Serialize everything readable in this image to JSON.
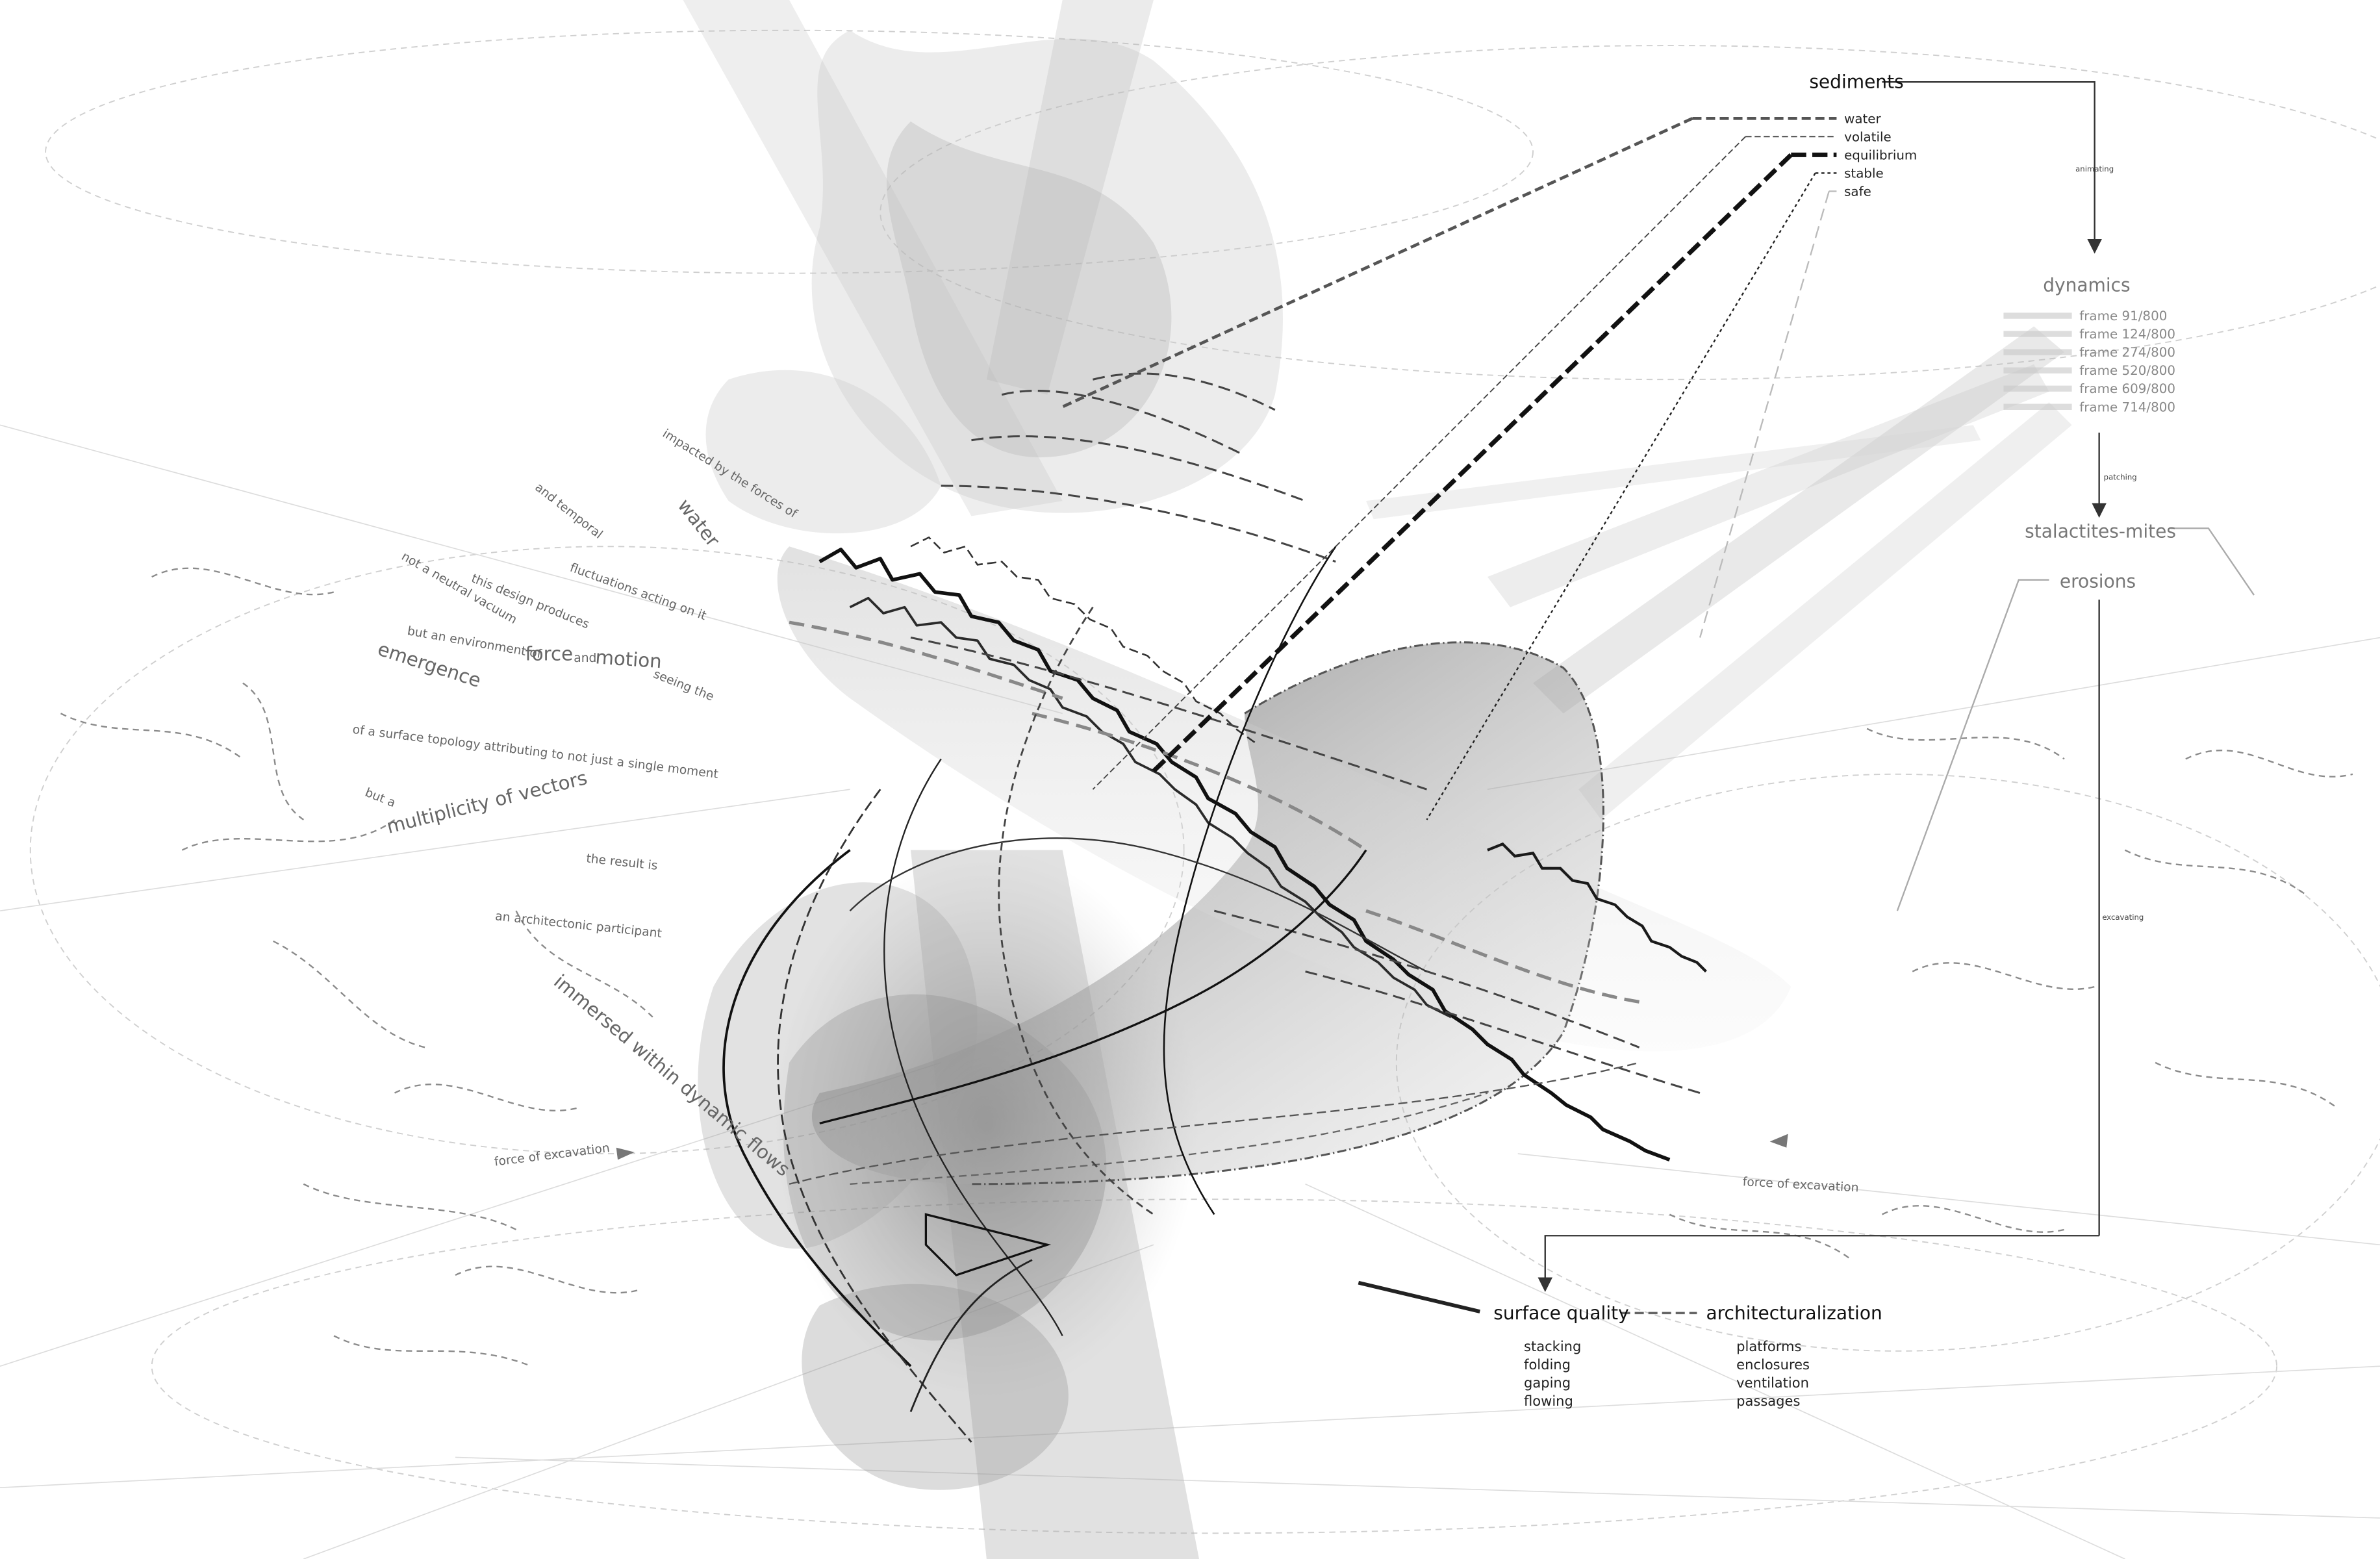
{
  "legend": {
    "sediments": {
      "title": "sediments",
      "items": [
        {
          "label": "water",
          "style": "dashed-medium"
        },
        {
          "label": "volatile",
          "style": "dashed-thin"
        },
        {
          "label": "equilibrium",
          "style": "dashed-heavy"
        },
        {
          "label": "stable",
          "style": "dotted"
        },
        {
          "label": "safe",
          "style": "solid-faint"
        }
      ]
    },
    "animating_label": "animating",
    "dynamics": {
      "title": "dynamics",
      "frames": [
        "frame 91/800",
        "frame 124/800",
        "frame 274/800",
        "frame 520/800",
        "frame 609/800",
        "frame 714/800"
      ]
    },
    "patching_label": "patching",
    "stalactites_label": "stalactites-mites",
    "erosions_label": "erosions",
    "excavating_label": "excavating",
    "surface_quality": {
      "title": "surface quality",
      "items": [
        "stacking",
        "folding",
        "gaping",
        "flowing"
      ]
    },
    "architecturalization": {
      "title": "architecturalization",
      "items": [
        "platforms",
        "enclosures",
        "ventilation",
        "passages"
      ]
    }
  },
  "narrative": {
    "impacted": "impacted by the forces of",
    "water": "water",
    "and_temporal": "and temporal",
    "fluctuations": "fluctuations acting on it",
    "this_design": "this design produces",
    "neutral_vacuum": "not a neutral vacuum",
    "environment_of": "but an environment of",
    "force": "force",
    "and": "and",
    "motion": "motion",
    "seeing_the": "seeing the",
    "emergence": "emergence",
    "surface_topology": "of a surface topology attributing to not just a single moment",
    "but_a": "but a",
    "multiplicity": "multiplicity of vectors",
    "result": "the result is",
    "participant": "an architectonic participant",
    "immersed": "immersed within dynamic flows",
    "force_excavation_left": "force of excavation",
    "force_excavation_right": "force of excavation"
  },
  "colors": {
    "ink": "#111111",
    "grey_text": "#777777",
    "wash": "#9a9a9a",
    "background": "#ffffff"
  }
}
